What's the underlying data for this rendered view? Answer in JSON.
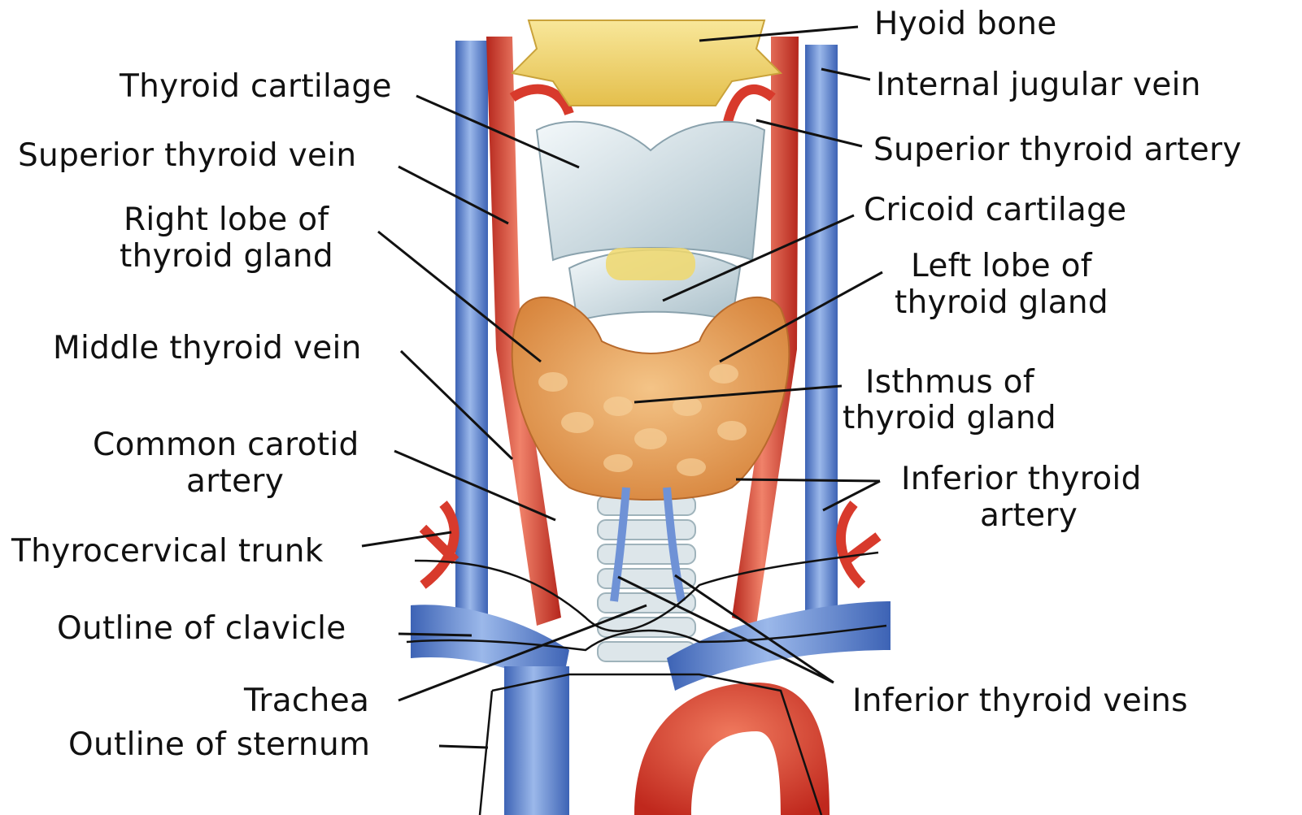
{
  "labels": {
    "hyoid_bone": "Hyoid bone",
    "internal_jugular_vein": "Internal jugular vein",
    "superior_thyroid_artery": "Superior thyroid artery",
    "cricoid_cartilage": "Cricoid cartilage",
    "left_lobe_line1": "Left lobe of",
    "left_lobe_line2": "thyroid gland",
    "isthmus_line1": "Isthmus of",
    "isthmus_line2": "thyroid gland",
    "inferior_thyroid_artery_line1": "Inferior thyroid",
    "inferior_thyroid_artery_line2": "artery",
    "inferior_thyroid_veins": "Inferior thyroid veins",
    "thyroid_cartilage": "Thyroid cartilage",
    "superior_thyroid_vein": "Superior thyroid vein",
    "right_lobe_line1": "Right lobe of",
    "right_lobe_line2": "thyroid gland",
    "middle_thyroid_vein": "Middle thyroid vein",
    "common_carotid_line1": "Common carotid",
    "common_carotid_line2": "artery",
    "thyrocervical_trunk": "Thyrocervical trunk",
    "outline_of_clavicle": "Outline of clavicle",
    "trachea": "Trachea",
    "outline_of_sternum": "Outline of sternum"
  },
  "colors": {
    "vein": "#4f78c9",
    "vein_light": "#8fb0e6",
    "artery": "#d83a2c",
    "artery_light": "#f08a6a",
    "cartilage": "#d9e6ec",
    "bone": "#f2d46b",
    "gland": "#e9a45a",
    "leader_line": "#111111"
  }
}
